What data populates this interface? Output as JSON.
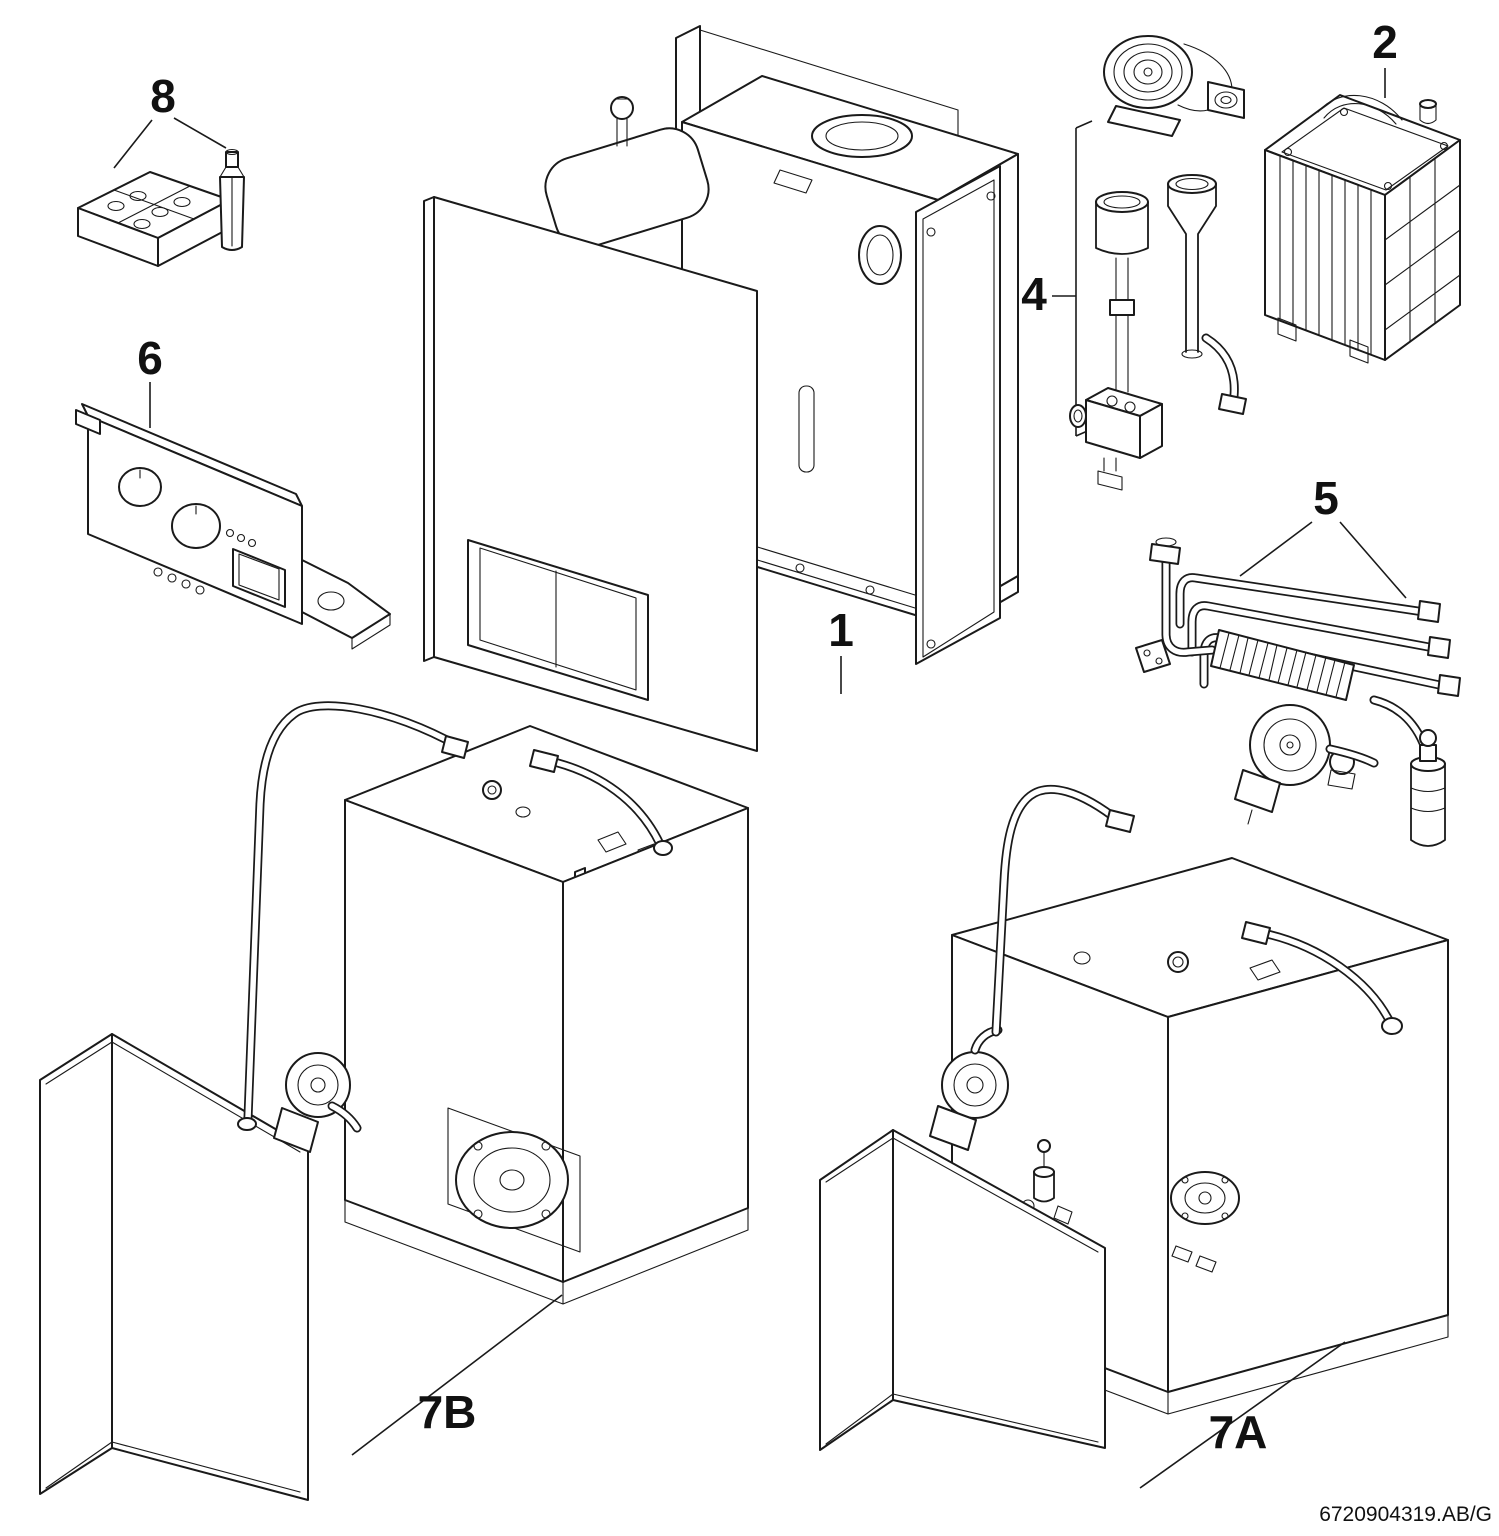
{
  "style": {
    "background": "#ffffff",
    "line_color": "#1a1a1a",
    "text_color": "#111111"
  },
  "labels": {
    "part1": "1",
    "part2": "2",
    "part4": "4",
    "part5": "5",
    "part6": "6",
    "part7a": "7A",
    "part7b": "7B",
    "part8": "8"
  },
  "footer": {
    "doc_ref": "6720904319.AB/G"
  }
}
